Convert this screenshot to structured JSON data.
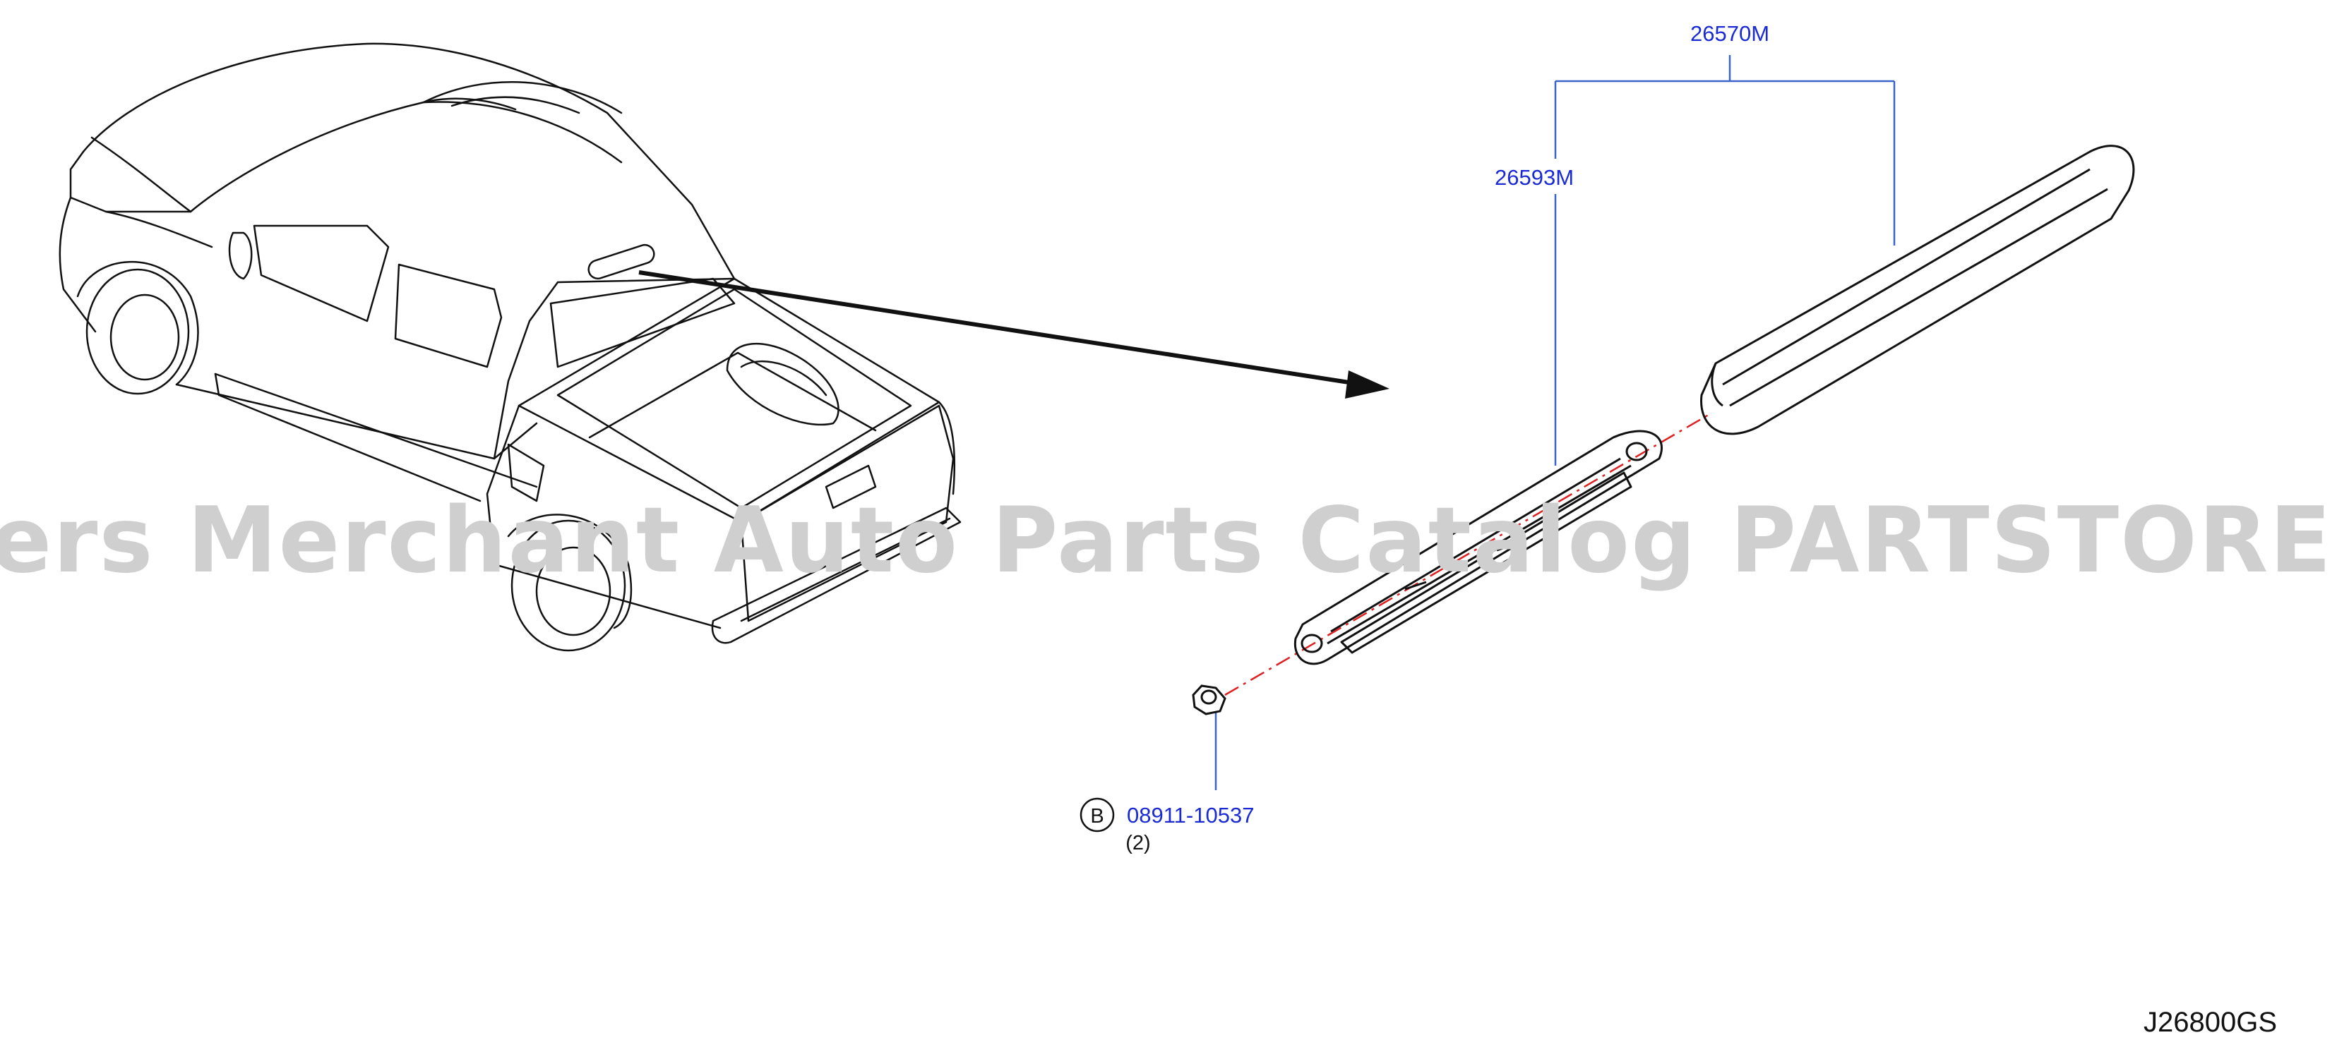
{
  "colors": {
    "line": "#111111",
    "callout": "#1a2bd6",
    "leader": "#3a64c8",
    "centerline": "#e02020",
    "watermark": "#cfcfcf"
  },
  "labels": {
    "assembly_part": "26570M",
    "base_part": "26593M",
    "fastener_part": "08911-10537",
    "fastener_marker": "B",
    "fastener_qty": "(2)",
    "diagram_code": "J26800GS"
  },
  "watermark": "Offers Merchant Auto Parts Catalog PARTSTORE.SA"
}
